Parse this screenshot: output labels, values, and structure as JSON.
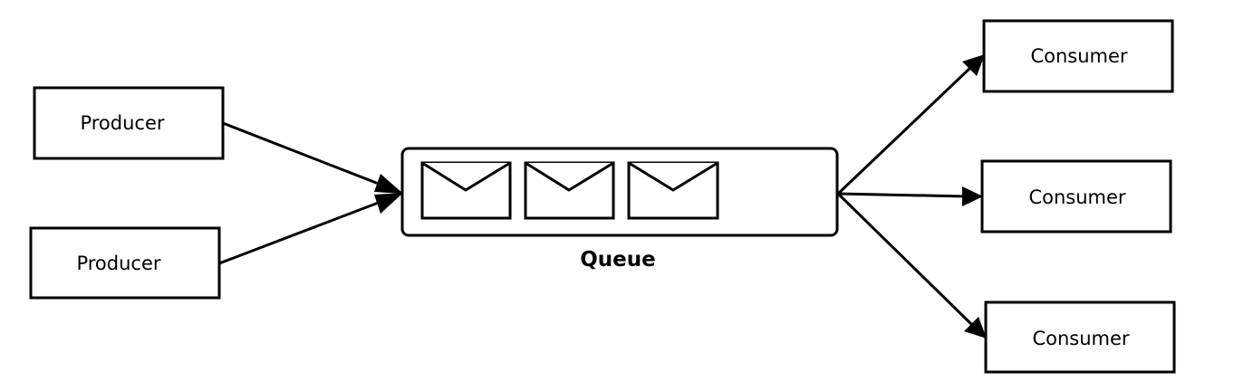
{
  "producers": [
    {
      "label": "Producer"
    },
    {
      "label": "Producer"
    }
  ],
  "queue": {
    "label": "Queue",
    "message_count": 3
  },
  "consumers": [
    {
      "label": "Consumer"
    },
    {
      "label": "Consumer"
    },
    {
      "label": "Consumer"
    }
  ],
  "colors": {
    "stroke": "#000000",
    "fill": "#ffffff"
  },
  "icons": {
    "message": "envelope-icon"
  }
}
